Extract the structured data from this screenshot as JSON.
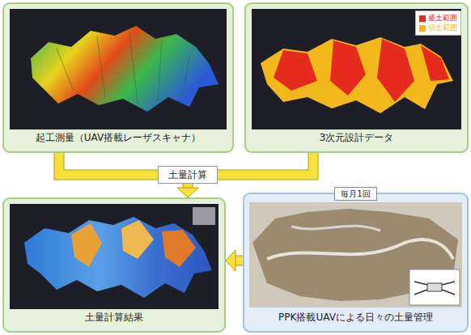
{
  "diagram": {
    "nodes": [
      {
        "text": [
          "起工測量（UAV搭載レーザスキャナ）"
        ]
      },
      {
        "text": [
          "3次元設計データ"
        ]
      },
      {
        "text": [
          "土量計算"
        ]
      },
      {
        "text": [
          "土量計算結果"
        ]
      },
      {
        "text": [
          "毎月1回",
          "PPK搭載UAVによる日々の土量管理"
        ]
      }
    ],
    "edges": [
      {
        "from": 0,
        "to": 2,
        "arrow": "none"
      },
      {
        "from": 1,
        "to": 2,
        "arrow": "none"
      },
      {
        "from": 2,
        "to": 3,
        "arrow": "to"
      },
      {
        "from": 4,
        "to": 3,
        "arrow": "to"
      }
    ],
    "legend": [
      {
        "text": "盛土範囲",
        "color": "#e52a1e"
      },
      {
        "text": "切土範囲",
        "color": "#f2b81c"
      }
    ]
  }
}
